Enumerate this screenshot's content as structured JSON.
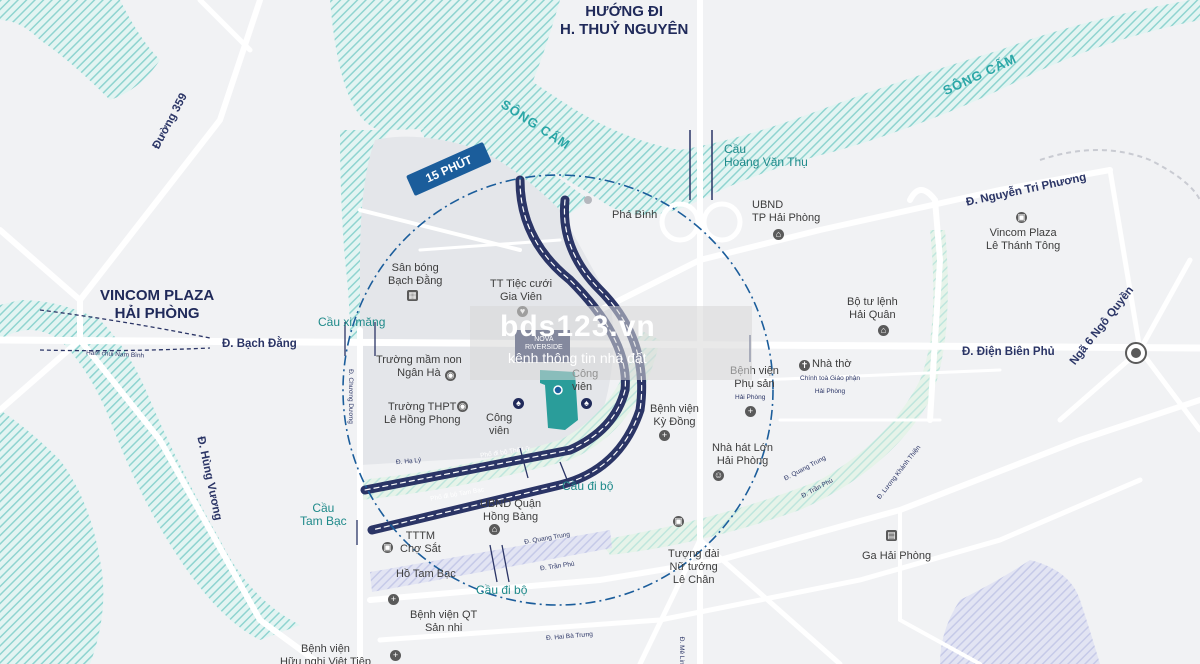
{
  "labels": {
    "thuy_nguyen": "HƯỚNG ĐI\nH. THUỶ NGUYÊN",
    "song_cam_1": "SÔNG CẤM",
    "song_cam_2": "SÔNG CẤM",
    "cau_hvt": "Cầu\nHoàng Văn Thụ",
    "pha_binh": "Phá Bình",
    "ubnd_tp": "UBND\nTP Hải Phòng",
    "duong_359": "Đường 359",
    "nguyen_tri_phuong": "Đ. Nguyễn Tri Phương",
    "vincom_ltt": "Vincom Plaza\nLê Thánh Tông",
    "san_bong": "Sân bóng\nBạch Đằng",
    "tt_tiec_cuoi": "TT Tiệc cưới\nGia Viên",
    "vincom_hp": "VINCOM PLAZA\nHẢI PHÒNG",
    "ham_chui": "Hầm chui Nam Bình",
    "cau_xi_mang": "Cầu xi măng",
    "bach_dang": "Đ. Bạch Đằng",
    "bo_tu_lenh": "Bộ tư lệnh\nHải Quân",
    "ngo_quyen": "Ngã 6 Ngô Quyền",
    "dien_bien_phu": "Đ. Điện Biên Phủ",
    "mam_non": "Trường mầm non\nNgân Hà",
    "cong_vien_1": "Công\nviên",
    "nha_tho": "Nhà thờ",
    "nha_tho_sub": "Chính toà Giáo phận\nHải Phòng",
    "chuong_duong": "Đ. Chương Dương",
    "thpt": "Trường THPT\nLê Hồng Phong",
    "cong_vien_2": "Công\nviên",
    "bv_phu_san": "Bệnh viện\nPhụ sản",
    "bv_phu_san_sub": "Hải Phòng",
    "bv_ky_dong": "Bệnh viện\nKỳ Đồng",
    "hung_vuong": "Đ. Hùng Vương",
    "ha_ly": "Đ. Hạ Lý",
    "pho_the_lu": "Phố đi bộ Thế Lữ",
    "nha_hat": "Nhà hát Lớn\nHải Phòng",
    "pho_tam_bac": "Phố đi bộ Tam Bạc",
    "cau_di_bo_1": "Cầu đi bộ",
    "quang_trung_1": "Đ. Quang Trung",
    "tran_phu_1": "Đ. Trần Phú",
    "luong_khanh_thien": "Đ. Lương Khánh Thiện",
    "cau_tam_bac": "Cầu\nTam Bạc",
    "ubnd_hong_bang": "UBND Quận\nHồng Bàng",
    "ttm_cho_sat": "TTTM\nChợ Sắt",
    "quang_trung_2": "Đ. Quang Trung",
    "ga_hp": "Ga Hải Phòng",
    "tuong_dai": "Tượng đài\nNữ tướng\nLê Chân",
    "ho_tam_bac": "Hồ Tam Bạc",
    "tran_phu_2": "Đ. Trần Phú",
    "cau_di_bo_2": "Cầu đi bộ",
    "bv_qt": "Bệnh viện QT\nSản nhi",
    "bv_huu_nghi": "Bệnh viện\nHữu nghị Việt Tiệp",
    "hai_ba_trung": "Đ. Hai Bà Trưng",
    "me_linh": "Đ. Mê Linh",
    "project_name": "NOVA\nRIVERSIDE"
  },
  "badge": "15 PHÚT",
  "watermark": {
    "main": "bds123.vn",
    "sub": "kênh thông tin nhà đất"
  },
  "colors": {
    "river": "#8fd4d0",
    "road": "#ffffff",
    "ring": "#1b5d9b",
    "brand": "#202a5a",
    "park": "#bfe6dd"
  }
}
